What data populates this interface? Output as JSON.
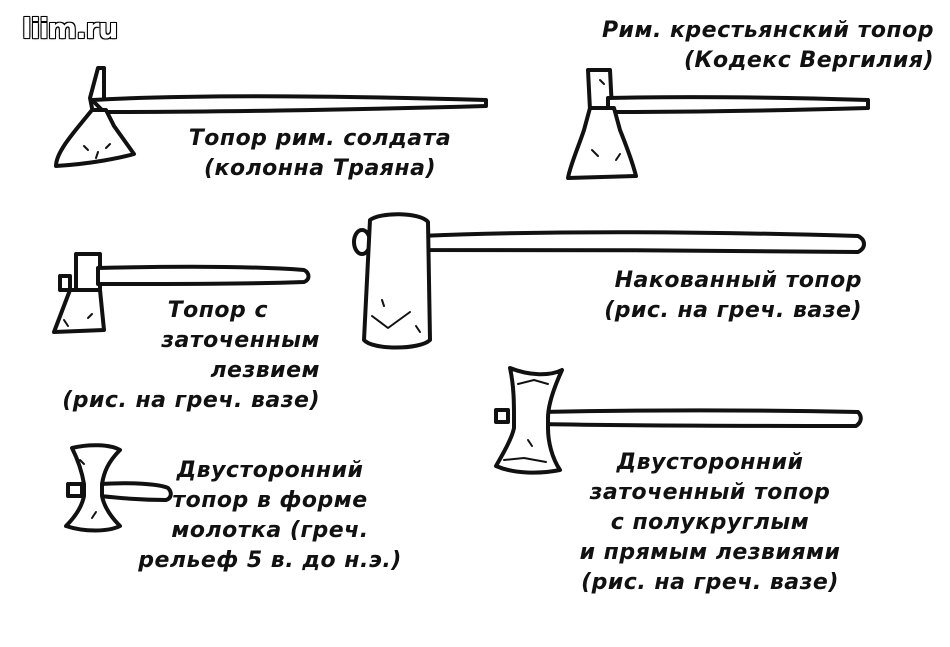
{
  "watermark": "liim.ru",
  "colors": {
    "ink": "#111111",
    "paper": "#ffffff"
  },
  "axes": [
    {
      "id": "roman-soldier",
      "label_lines": [
        "Топор рим. солдата",
        "(колонна Траяна)"
      ]
    },
    {
      "id": "roman-peasant",
      "label_lines": [
        "Рим. крестьянский топор",
        "(Кодекс Вергилия)"
      ]
    },
    {
      "id": "forged",
      "label_lines": [
        "Накованный топор",
        "(рис. на греч. вазе)"
      ]
    },
    {
      "id": "sharpened-blade",
      "label_lines": [
        "Топор с",
        "заточенным",
        "лезвием",
        "(рис. на греч. вазе)"
      ]
    },
    {
      "id": "hammer-shaped",
      "label_lines": [
        "Двусторонний",
        "топор в форме",
        "молотка  (греч.",
        "рельеф 5 в. до н.э.)"
      ]
    },
    {
      "id": "double-sided",
      "label_lines": [
        "Двусторонний",
        "заточенный топор",
        "с полукруглым",
        "и прямым лезвиями",
        "(рис. на греч. вазе)"
      ]
    }
  ]
}
